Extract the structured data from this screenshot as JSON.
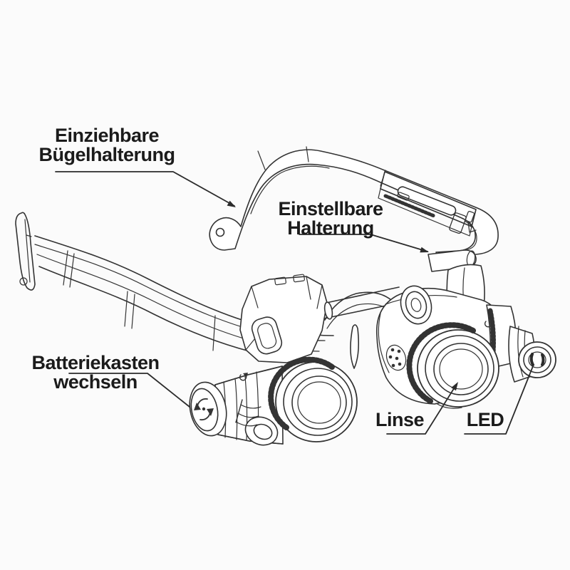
{
  "colors": {
    "line": "#333333",
    "leader": "#2b2b2b",
    "text": "#1b1b1b",
    "background": "#fbfbfb"
  },
  "diagram": {
    "labels": {
      "temple": {
        "line1": "Einziehbare",
        "line2": "Bügelhalterung"
      },
      "mount": {
        "line1": "Einstellbare",
        "line2": "Halterung"
      },
      "battery": {
        "line1": "Batteriekasten",
        "line2": "wechseln"
      },
      "lens": {
        "text": "Linse"
      },
      "led": {
        "text": "LED"
      }
    }
  }
}
